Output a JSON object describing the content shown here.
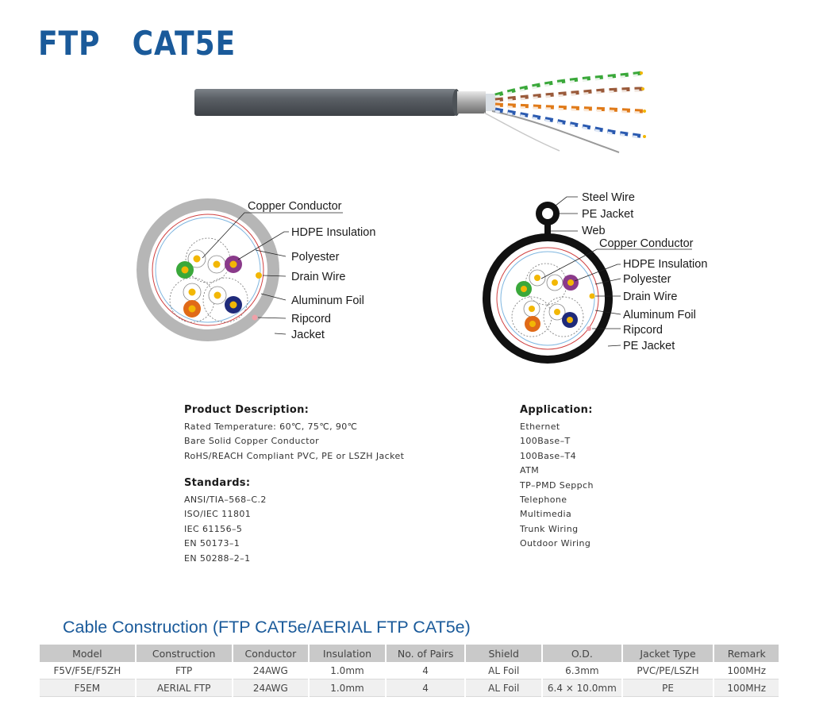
{
  "title": "FTP   CAT5E",
  "diagram_ftp": {
    "labels": {
      "copper": "Copper Conductor",
      "hdpe": "HDPE Insulation",
      "polyester": "Polyester",
      "drain": "Drain Wire",
      "foil": "Aluminum Foil",
      "ripcord": "Ripcord",
      "jacket": "Jacket"
    }
  },
  "diagram_aerial": {
    "labels": {
      "steel": "Steel Wire",
      "pe_top": "PE Jacket",
      "web": "Web",
      "copper": "Copper Conductor",
      "hdpe": "HDPE Insulation",
      "polyester": "Polyester",
      "drain": "Drain Wire",
      "foil": "Aluminum Foil",
      "ripcord": "Ripcord",
      "pe_bottom": "PE Jacket"
    }
  },
  "product_description": {
    "heading": "Product Description:",
    "lines": [
      "Rated Temperature: 60℃, 75℃, 90℃",
      "Bare Solid Copper Conductor",
      "RoHS/REACH Compliant PVC, PE or LSZH Jacket"
    ]
  },
  "standards": {
    "heading": "Standards:",
    "lines": [
      "ANSI/TIA–568–C.2",
      "ISO/IEC 11801",
      "IEC 61156–5",
      "EN 50173–1",
      "EN 50288–2–1"
    ]
  },
  "application": {
    "heading": "Application:",
    "lines": [
      "Ethernet",
      "100Base–T",
      "100Base–T4",
      "ATM",
      "TP–PMD Seppch",
      "Telephone",
      "Multimedia",
      "Trunk Wiring",
      "Outdoor Wiring"
    ]
  },
  "table": {
    "title": "Cable Construction (FTP CAT5e/AERIAL FTP CAT5e)",
    "headers": [
      "Model",
      "Construction",
      "Conductor",
      "Insulation",
      "No. of Pairs",
      "Shield",
      "O.D.",
      "Jacket Type",
      "Remark"
    ],
    "rows": [
      [
        "F5V/F5E/F5ZH",
        "FTP",
        "24AWG",
        "1.0mm",
        "4",
        "AL Foil",
        "6.3mm",
        "PVC/PE/LSZH",
        "100MHz"
      ],
      [
        "F5EM",
        "AERIAL FTP",
        "24AWG",
        "1.0mm",
        "4",
        "AL Foil",
        "6.4 × 10.0mm",
        "PE",
        "100MHz"
      ]
    ]
  },
  "colors": {
    "title_blue": "#1a5a9a",
    "jacket_gray": "#b4b4b4",
    "jacket_black": "#111111",
    "pair_green": "#3aa83a",
    "pair_purple": "#8a3a8a",
    "pair_orange": "#e06a18",
    "pair_blue": "#1f2a7a",
    "copper_yellow": "#f2b705",
    "ripcord_pink": "#f0a0a8",
    "foil_red": "#d04040",
    "polyester_blue": "#7fb6e0"
  }
}
